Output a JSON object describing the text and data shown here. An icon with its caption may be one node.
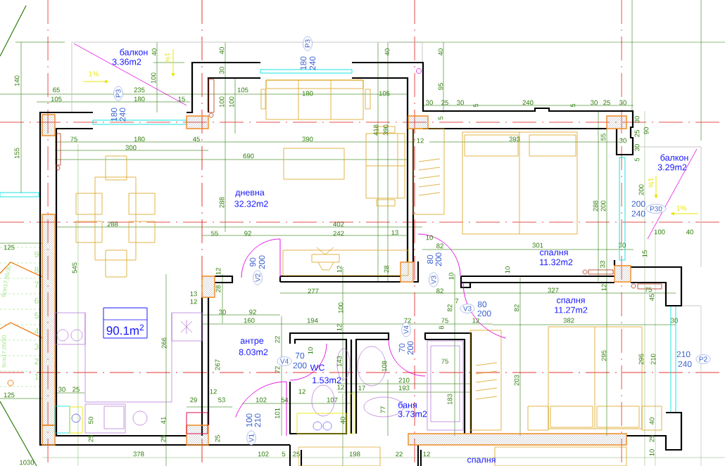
{
  "diagram": {
    "labels": [
      "балкон",
      "3.36m2",
      "40",
      "1%",
      "40",
      "40",
      "40",
      "P3",
      "180",
      "240",
      "140",
      "30",
      "1%",
      "100",
      "95",
      "65",
      "235",
      "P3",
      "105",
      "180",
      "15",
      "100",
      "100",
      "105",
      "180",
      "105",
      "30",
      "25",
      "30",
      "5",
      "240",
      "5",
      "30",
      "25",
      "30",
      "180",
      "240",
      "5",
      "30",
      "90",
      "418",
      "390",
      "25",
      "75",
      "180",
      "45",
      "390",
      "12",
      "393",
      "55",
      "30",
      "300",
      "30",
      "155",
      "690",
      "балкон",
      "5",
      "3.29m2",
      "1%",
      "200",
      "дневна",
      "32.32m2",
      "288",
      "288",
      "200",
      "200",
      "240",
      "P30",
      "1%",
      "288",
      "402",
      "55",
      "92",
      "242",
      "13",
      "10",
      "100",
      "40",
      "125",
      "9",
      "8",
      "545",
      "12",
      "90",
      "V2",
      "200",
      "12",
      "28",
      "80",
      "V3",
      "200",
      "82",
      "10",
      "10",
      "301",
      "спалня",
      "11.32m2",
      "33",
      "30",
      "15",
      "9cm17,05/30",
      "7",
      "6",
      "13",
      "12",
      "28",
      "30",
      "92",
      "277",
      "100",
      "82",
      "82",
      "7",
      "V3",
      "80",
      "200",
      "82",
      "327",
      "спалня",
      "11.27m2",
      "12",
      "75",
      "45",
      "5",
      "4",
      "90.1m$^{2}$",
      "160",
      "194",
      "12",
      "V4",
      "72",
      "8",
      "75",
      "12",
      "382",
      "30",
      "9cm17,05/30",
      "125",
      "3",
      "2",
      "1",
      "30",
      "25",
      "50",
      "25",
      "41",
      "25",
      "266",
      "29",
      "12",
      "267",
      "25",
      "53",
      "100",
      "V1",
      "антре",
      "8.03m2",
      "210",
      "102",
      "22",
      "72",
      "101",
      "5",
      "V4",
      "4",
      "70",
      "200",
      "12",
      "10",
      "WC",
      "1.53m2",
      "107",
      "143",
      "12",
      "40",
      "17",
      "77",
      "108",
      "70",
      "210",
      "193",
      "баня",
      "200",
      "3.73m2",
      "75",
      "183",
      "203",
      "295",
      "295",
      "40",
      "25",
      "210",
      "210",
      "240",
      "P2",
      "1030",
      "378",
      "102",
      "5",
      "25",
      "198",
      "22",
      "12",
      "спалня",
      "10"
    ]
  }
}
